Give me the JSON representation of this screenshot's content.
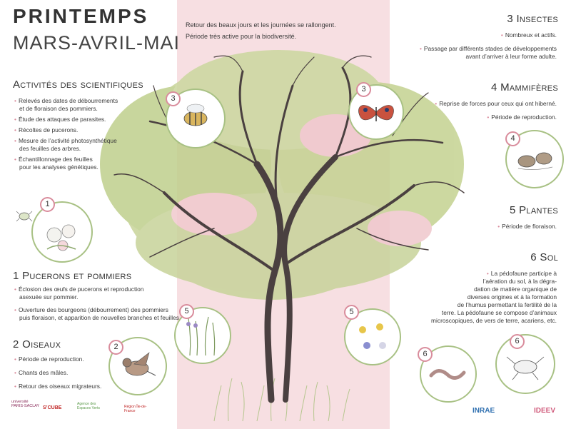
{
  "header": {
    "title": "PRINTEMPS",
    "subtitle": "MARS-AVRIL-MAI",
    "intro_line1": "Retour des beaux jours et les journées se rallongent.",
    "intro_line2": "Période très active pour la biodiversité."
  },
  "scientists": {
    "heading": "Activités des scientifiques",
    "items": [
      "Relevés des dates de débourrements",
      "et de floraison des pommiers.",
      "Étude des attaques de parasites.",
      "Récoltes de pucerons.",
      "Mesure de l’activité photosynthétique",
      "des feuilles des arbres.",
      "Échantillonnage des feuilles",
      "pour les analyses génétiques."
    ]
  },
  "s1": {
    "num": "1",
    "heading": "Pucerons et pommiers",
    "lines": [
      "Éclosion des œufs de pucerons et reproduction",
      "asexuée sur pommier.",
      "Ouverture des bourgeons (débourrement) des pommiers",
      "puis floraison, et apparition de nouvelles branches et feuilles."
    ]
  },
  "s2": {
    "num": "2",
    "heading": "Oiseaux",
    "lines": [
      "Période de reproduction.",
      "Chants des mâles.",
      "Retour des oiseaux migrateurs."
    ]
  },
  "s3": {
    "num": "3",
    "heading": "Insectes",
    "lines": [
      "Nombreux et actifs.",
      "Passage par différents stades de développements",
      "avant d’arriver à leur forme adulte."
    ]
  },
  "s4": {
    "num": "4",
    "heading": "Mammifères",
    "lines": [
      "Reprise de forces pour ceux qui ont hiberné.",
      "Période de reproduction."
    ]
  },
  "s5": {
    "num": "5",
    "heading": "Plantes",
    "lines": [
      "Période de floraison."
    ]
  },
  "s6": {
    "num": "6",
    "heading": "Sol",
    "lines": [
      "La pédofaune participe à",
      "l’aération du sol, à la dégra-",
      "dation de matière organique de",
      "diverses origines et à la formation",
      "de l’humus permettant la fertilité de la",
      "terre. La pédofaune se compose d’animaux",
      "microscopiques, de vers de terre, acariens, etc."
    ]
  },
  "logos": {
    "universite": "université PARIS-SACLAY",
    "scube": "S’CUBE",
    "agence": "Agence des Espaces Verts",
    "region": "Région Île-de-France",
    "inrae": "INRAE",
    "ideev": "IDEEV"
  },
  "colors": {
    "accent": "#d9899a",
    "green": "#a8c184",
    "band": "#f7dfe2"
  }
}
